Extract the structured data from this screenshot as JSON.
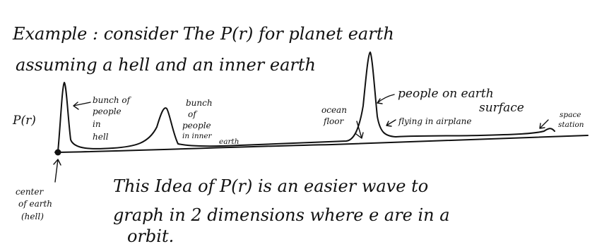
{
  "heading": {
    "line1": "Example : consider The P(r) for planet earth",
    "line2": "assuming a hell and an inner earth"
  },
  "axis_label": "P(r)",
  "annotations": {
    "hell_1": "bunch of",
    "hell_2": "people",
    "hell_3": "in",
    "hell_4": "hell",
    "inner_1": "bunch",
    "inner_2": "of",
    "inner_3": "people",
    "inner_4": "in inner",
    "inner_5": "earth",
    "ocean_1": "ocean",
    "ocean_2": "floor",
    "surface_1": "people on earth",
    "surface_2": "surface",
    "flying": "flying in airplane",
    "space_1": "space",
    "space_2": "station",
    "center_1": "center",
    "center_2": "of earth",
    "center_3": "(hell)"
  },
  "note": {
    "line1": "This Idea of P(r) is an easier wave to",
    "line2": "graph in 2 dimensions where e are in a",
    "line3": "orbit."
  }
}
